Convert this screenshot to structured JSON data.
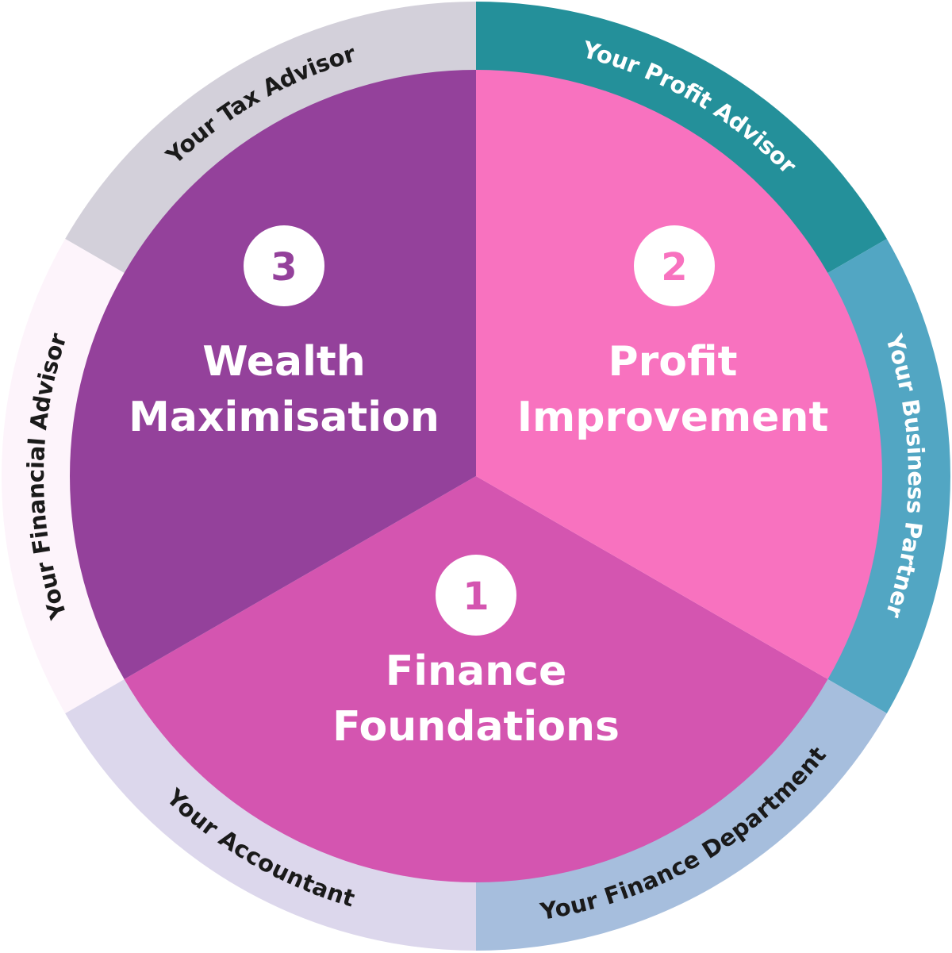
{
  "outer_ring": [
    {
      "label": "Your Tax Advisor",
      "color": "#d3d0da",
      "text_color": "#1a1a1a"
    },
    {
      "label": "Your Profit Advisor",
      "color": "#24909a",
      "text_color": "#ffffff"
    },
    {
      "label": "Your Business Partner",
      "color": "#52a6c3",
      "text_color": "#ffffff"
    },
    {
      "label": "Your Finance Department",
      "color": "#a6bedd",
      "text_color": "#1a1a1a"
    },
    {
      "label": "Your Accountant",
      "color": "#dcd7ec",
      "text_color": "#1a1a1a"
    },
    {
      "label": "Your Financial Advisor",
      "color": "#fdf4fb",
      "text_color": "#1a1a1a"
    }
  ],
  "segments": [
    {
      "number": "1",
      "title_line1": "Finance",
      "title_line2": "Foundations",
      "color": "#d455b0"
    },
    {
      "number": "2",
      "title_line1": "Profit",
      "title_line2": "Improvement",
      "color": "#f872bf"
    },
    {
      "number": "3",
      "title_line1": "Wealth",
      "title_line2": "Maximisation",
      "color": "#94419b"
    }
  ]
}
